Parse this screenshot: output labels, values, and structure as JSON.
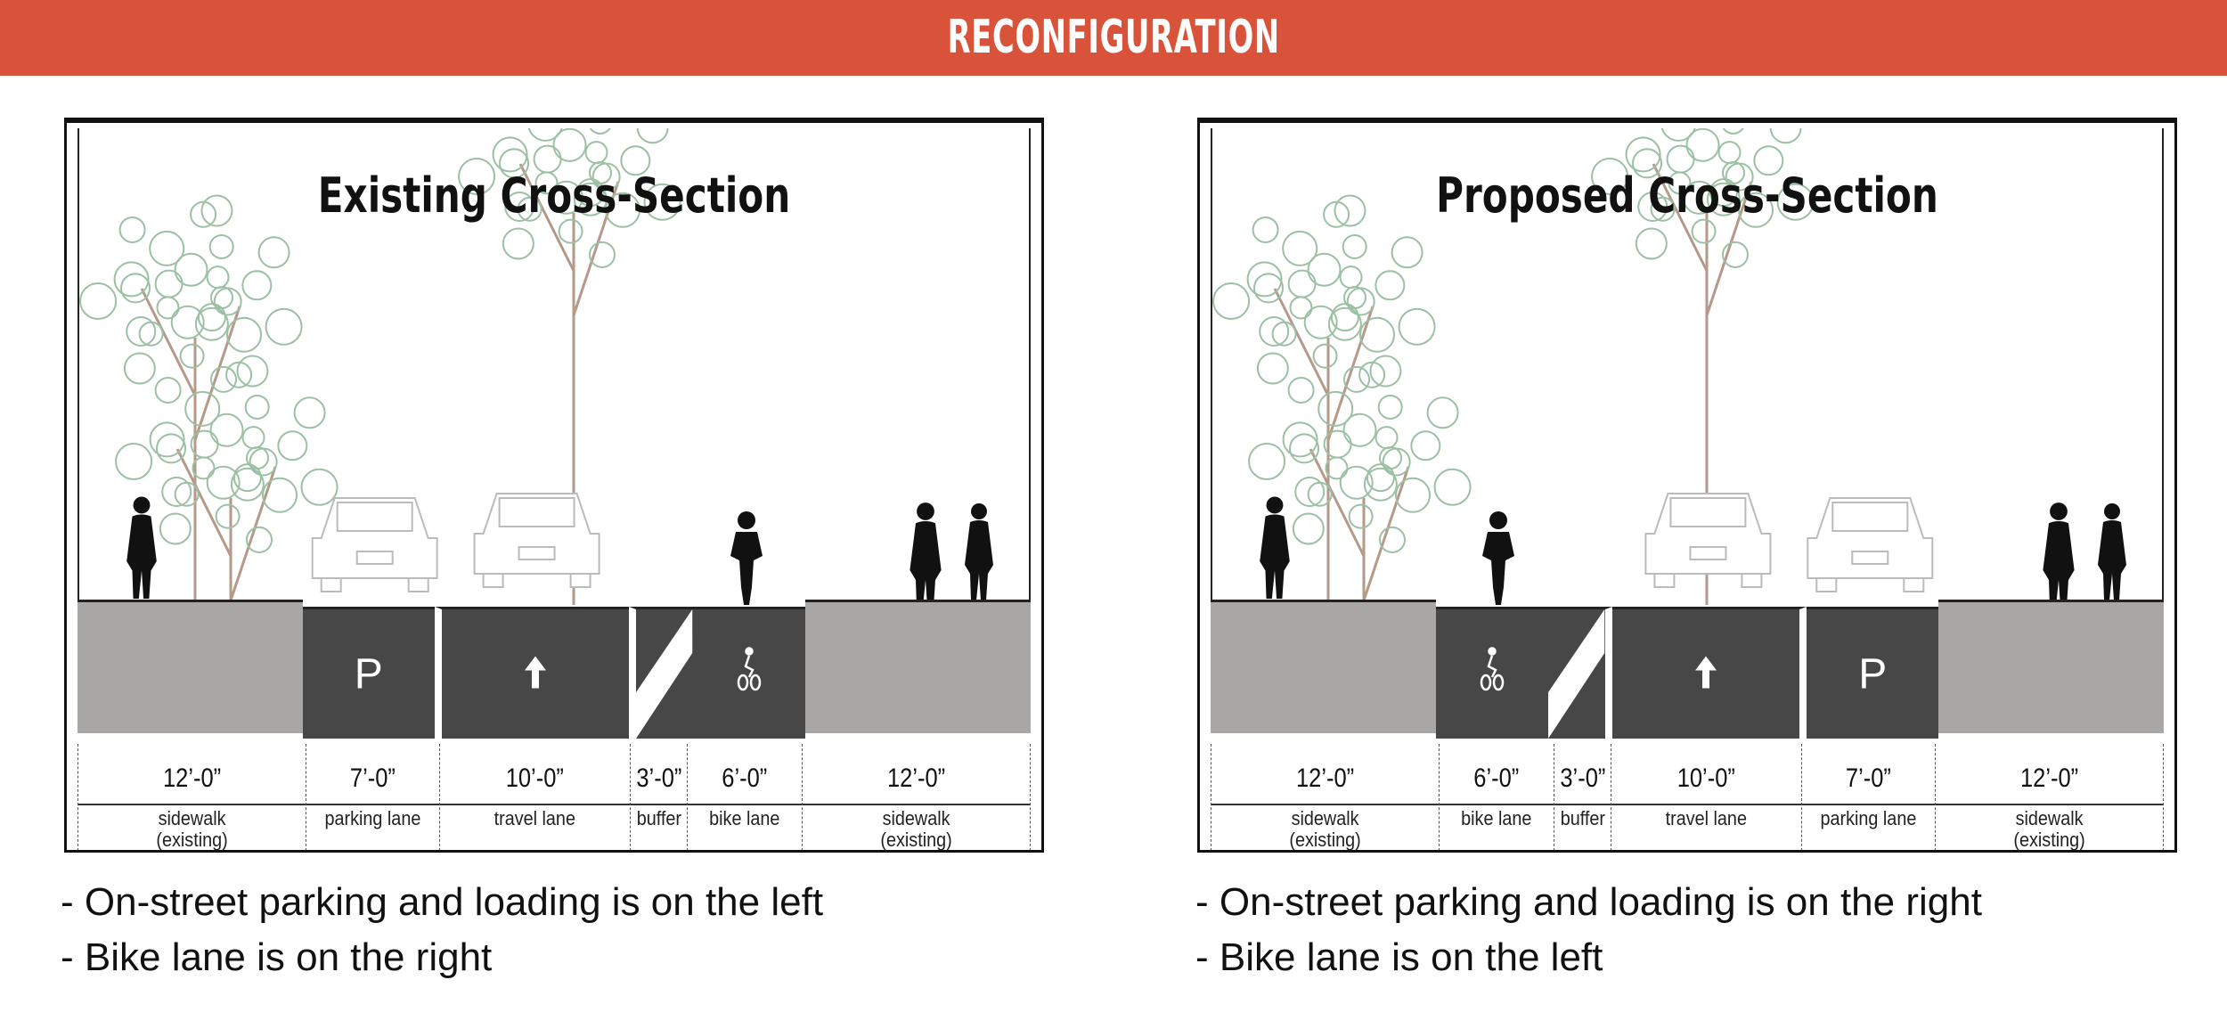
{
  "header": {
    "title": "RECONFIGURATION"
  },
  "panels": [
    {
      "title": "Existing Cross-Section",
      "lanes": [
        {
          "type": "sidewalk",
          "feet": 12,
          "width_label": "12’-0”",
          "label": "sidewalk\n(existing)",
          "mark": ""
        },
        {
          "type": "parking",
          "feet": 7,
          "width_label": "7’-0”",
          "label": "parking lane",
          "mark": "P"
        },
        {
          "type": "travel",
          "feet": 10,
          "width_label": "10’-0”",
          "label": "travel lane",
          "mark": "arrow-up"
        },
        {
          "type": "buffer",
          "feet": 3,
          "width_label": "3’-0”",
          "label": "buffer",
          "mark": "hatch"
        },
        {
          "type": "bike",
          "feet": 6,
          "width_label": "6’-0”",
          "label": "bike lane",
          "mark": "bicycle"
        },
        {
          "type": "sidewalk",
          "feet": 12,
          "width_label": "12’-0”",
          "label": "sidewalk\n(existing)",
          "mark": ""
        }
      ],
      "bullets": [
        "- On-street parking and loading is on the left",
        "- Bike lane is on the right"
      ]
    },
    {
      "title": "Proposed Cross-Section",
      "lanes": [
        {
          "type": "sidewalk",
          "feet": 12,
          "width_label": "12’-0”",
          "label": "sidewalk\n(existing)",
          "mark": ""
        },
        {
          "type": "bike",
          "feet": 6,
          "width_label": "6’-0”",
          "label": "bike lane",
          "mark": "bicycle"
        },
        {
          "type": "buffer",
          "feet": 3,
          "width_label": "3’-0”",
          "label": "buffer",
          "mark": "hatch"
        },
        {
          "type": "travel",
          "feet": 10,
          "width_label": "10’-0”",
          "label": "travel lane",
          "mark": "arrow-up"
        },
        {
          "type": "parking",
          "feet": 7,
          "width_label": "7’-0”",
          "label": "parking lane",
          "mark": "P"
        },
        {
          "type": "sidewalk",
          "feet": 12,
          "width_label": "12’-0”",
          "label": "sidewalk\n(existing)",
          "mark": ""
        }
      ],
      "bullets": [
        "- On-street parking and loading is on the right",
        "- Bike lane is on the left"
      ]
    }
  ],
  "colors": {
    "header": "#d9533b",
    "sidewalk": "#a9a7a5",
    "road": "#474747"
  }
}
